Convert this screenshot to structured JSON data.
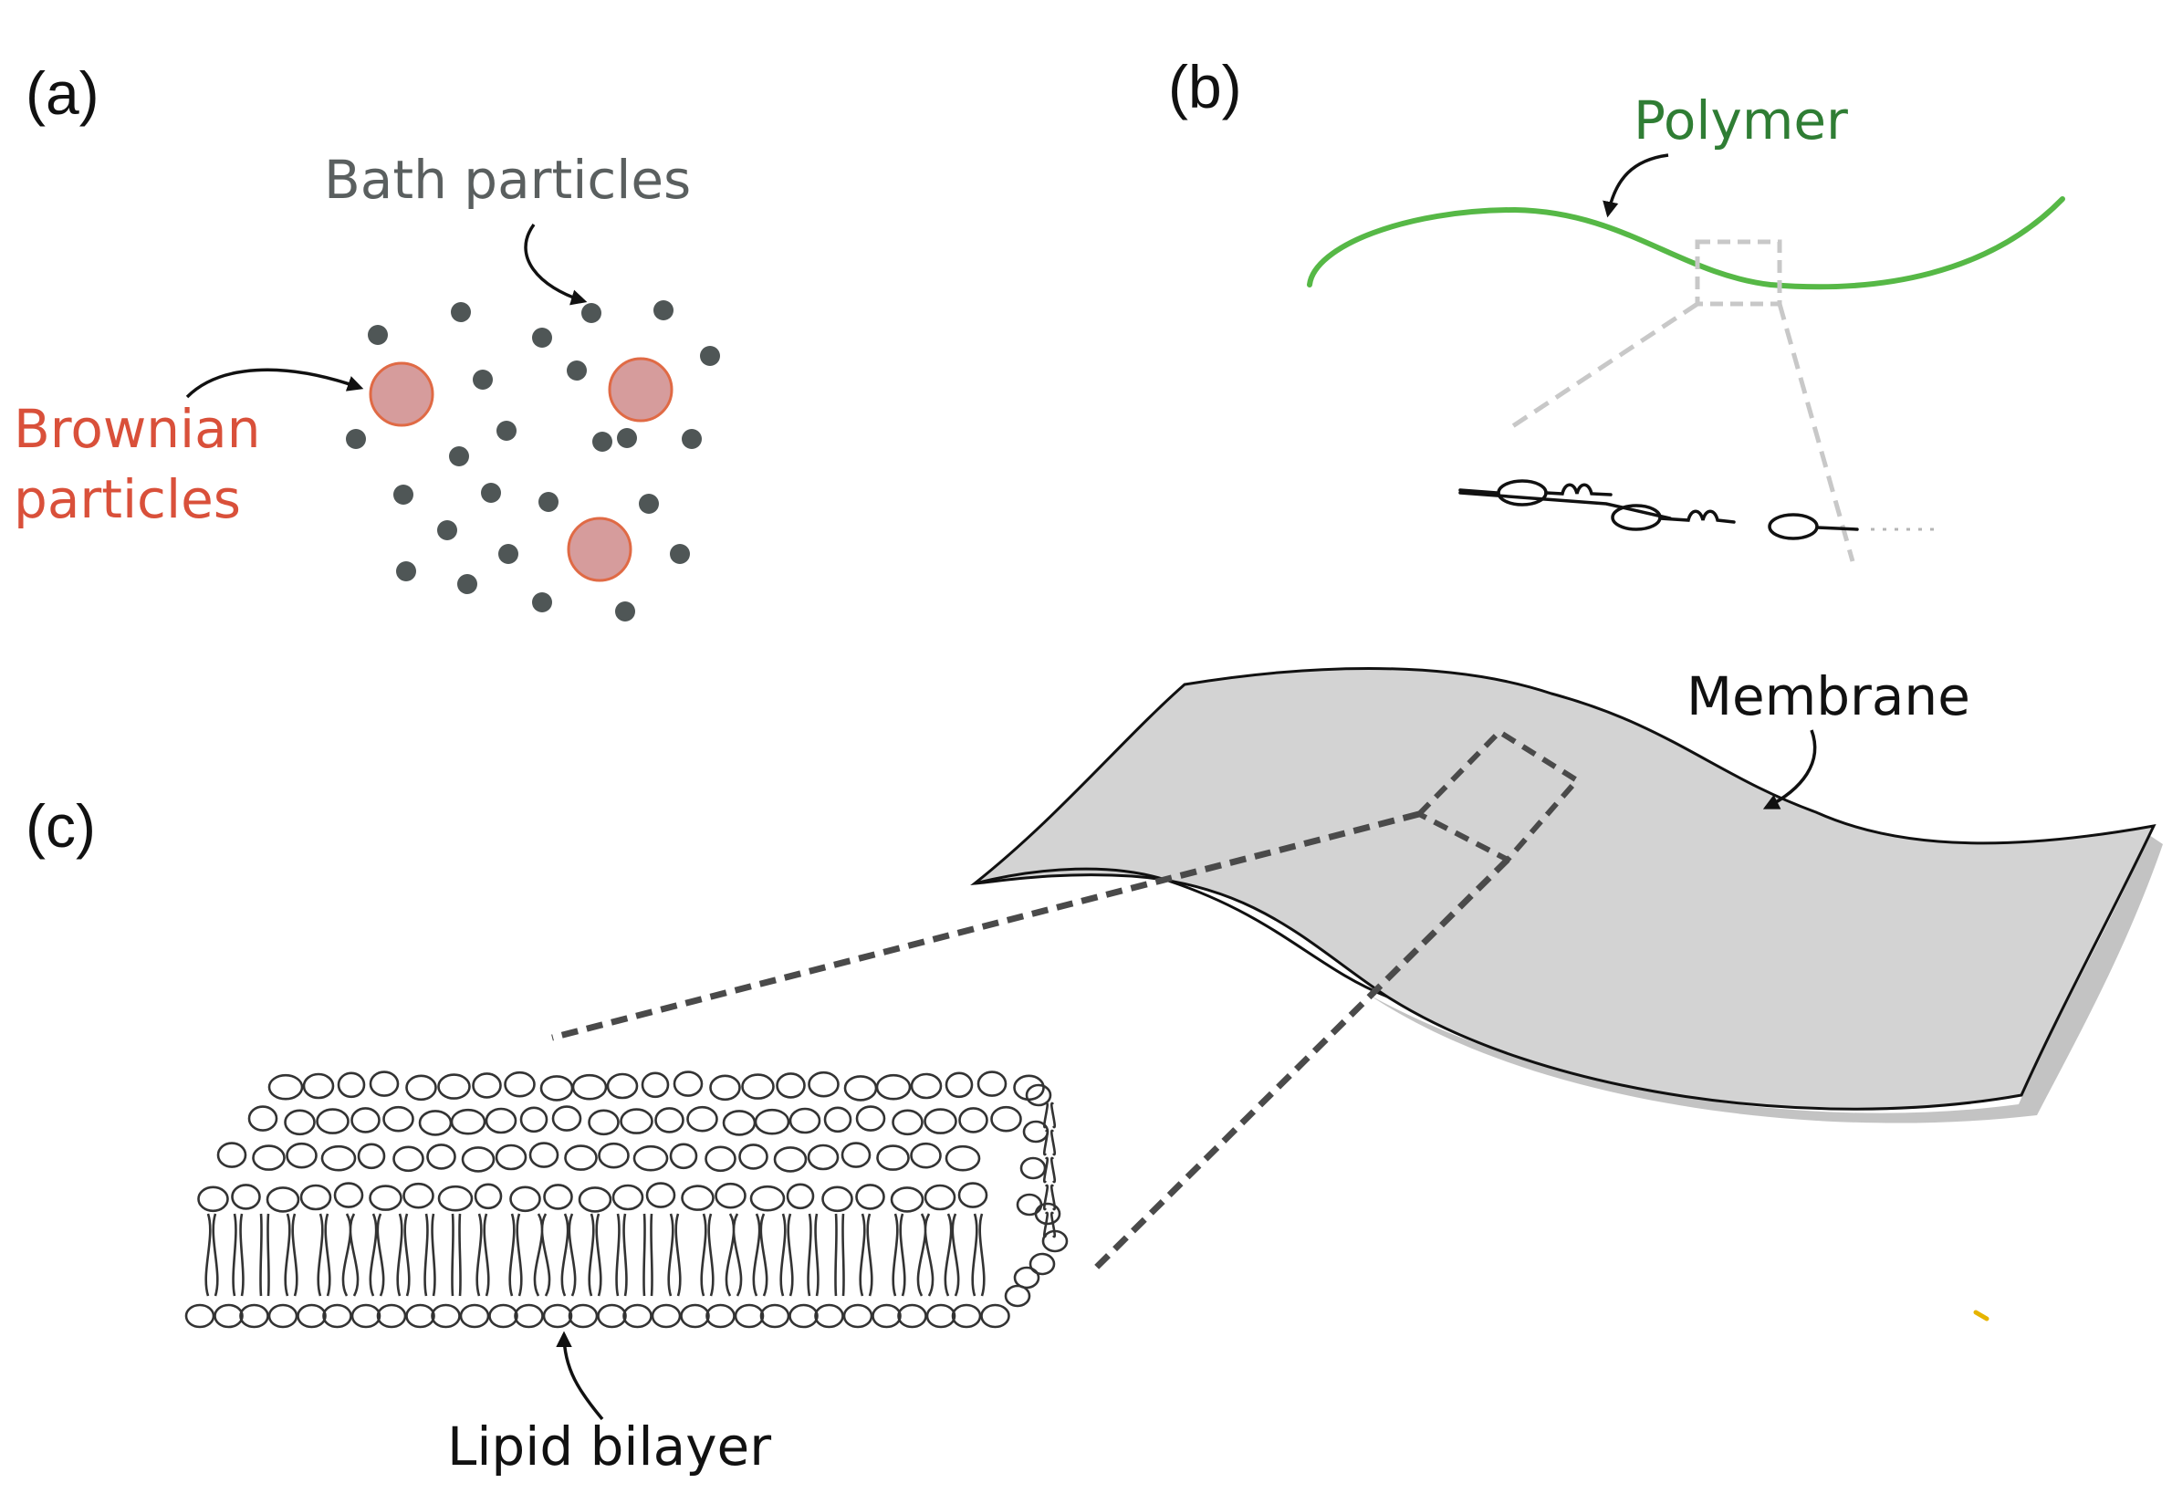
{
  "panels": {
    "a": {
      "label": "(a)",
      "bath_label": "Bath particles",
      "brownian_label_line1": "Brownian",
      "brownian_label_line2": "particles"
    },
    "b": {
      "label": "(b)",
      "polymer_label": "Polymer"
    },
    "c": {
      "label": "(c)",
      "membrane_label": "Membrane",
      "lipid_label": "Lipid bilayer"
    }
  },
  "colors": {
    "bath": "#4f5656",
    "brownian_fill": "#d69c9c",
    "brownian_stroke": "#e06a45",
    "brownian_text": "#d9503a",
    "bath_text": "#5a5f5f",
    "polymer": "#56b846",
    "polymer_text": "#2f7d34",
    "zoom_light": "#c8c8c8",
    "zoom_dark": "#4a4a4a",
    "membrane_fill": "#d3d3d3",
    "ink": "#111111"
  },
  "icons": [
    "bath-to-particle-arrow-icon",
    "brownian-arrow-icon",
    "polymer-arrow-icon",
    "membrane-arrow-icon",
    "lipid-arrow-icon"
  ]
}
